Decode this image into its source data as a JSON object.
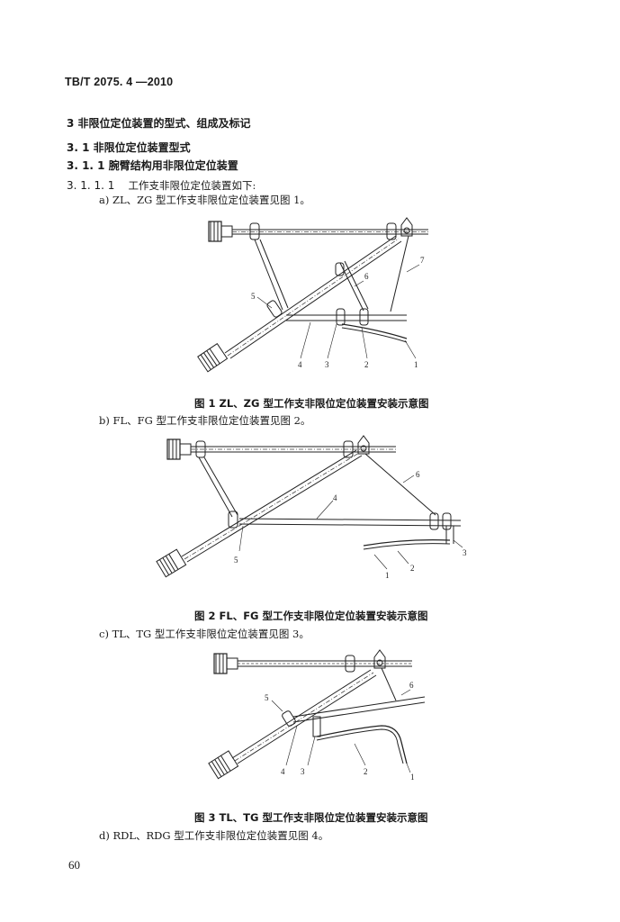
{
  "header": {
    "standard_code": "TB/T  2075. 4 —2010"
  },
  "sections": {
    "s3_title": "3   非限位定位装置的型式、组成及标记",
    "s31_title": "3. 1   非限位定位装置型式",
    "s311_title": "3. 1. 1   腕臂结构用非限位定位装置",
    "s3111_num": "3. 1. 1. 1",
    "s3111_text": "工作支非限位定位装置如下:"
  },
  "items": {
    "a": "a)   ZL、ZG 型工作支非限位定位装置见图 1。",
    "b": "b)   FL、FG 型工作支非限位定位装置见图 2。",
    "c": "c)   TL、TG 型工作支非限位定位装置见图 3。",
    "d": "d)   RDL、RDG 型工作支非限位定位装置见图 4。"
  },
  "figures": {
    "fig1": {
      "caption": "图 1    ZL、ZG 型工作支非限位定位装置安装示意图",
      "callouts": [
        "4",
        "3",
        "2",
        "1",
        "5",
        "6",
        "7"
      ]
    },
    "fig2": {
      "caption": "图 2    FL、FG 型工作支非限位定位装置安装示意图",
      "callouts": [
        "6",
        "4",
        "3",
        "5",
        "1",
        "2"
      ]
    },
    "fig3": {
      "caption": "图 3    TL、TG 型工作支非限位定位装置安装示意图",
      "callouts": [
        "6",
        "5",
        "4",
        "3",
        "2",
        "1"
      ]
    }
  },
  "footer": {
    "page_number": "60"
  }
}
